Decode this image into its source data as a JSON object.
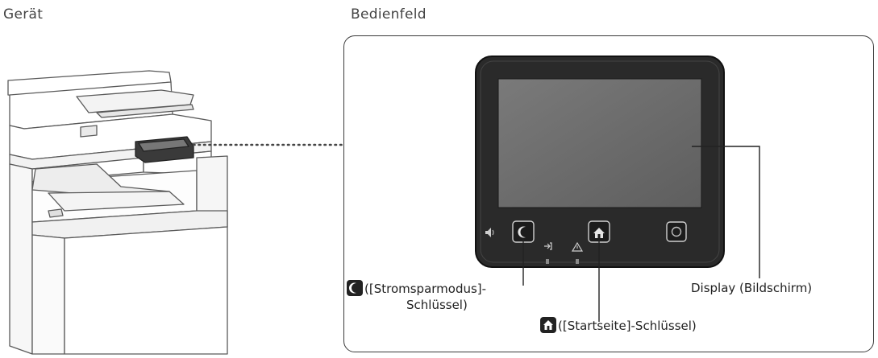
{
  "headings": {
    "device": "Gerät",
    "panel": "Bedienfeld"
  },
  "callouts": {
    "energy_saver_line1": "([Stromsparmodus]-",
    "energy_saver_line2": "Schlüssel)",
    "home_key": "([Startseite]-Schlüssel)",
    "display": "Display (Bildschirm)"
  },
  "icons": {
    "energy_saver": "moon-icon",
    "home": "home-icon",
    "power": "power-icon",
    "volume": "speaker-icon",
    "data": "data-arrow-icon",
    "error": "warning-triangle-icon"
  },
  "colors": {
    "panel_body": "#2a2a2a",
    "screen": "#6b6b6b",
    "outline": "#3a3a3a"
  }
}
